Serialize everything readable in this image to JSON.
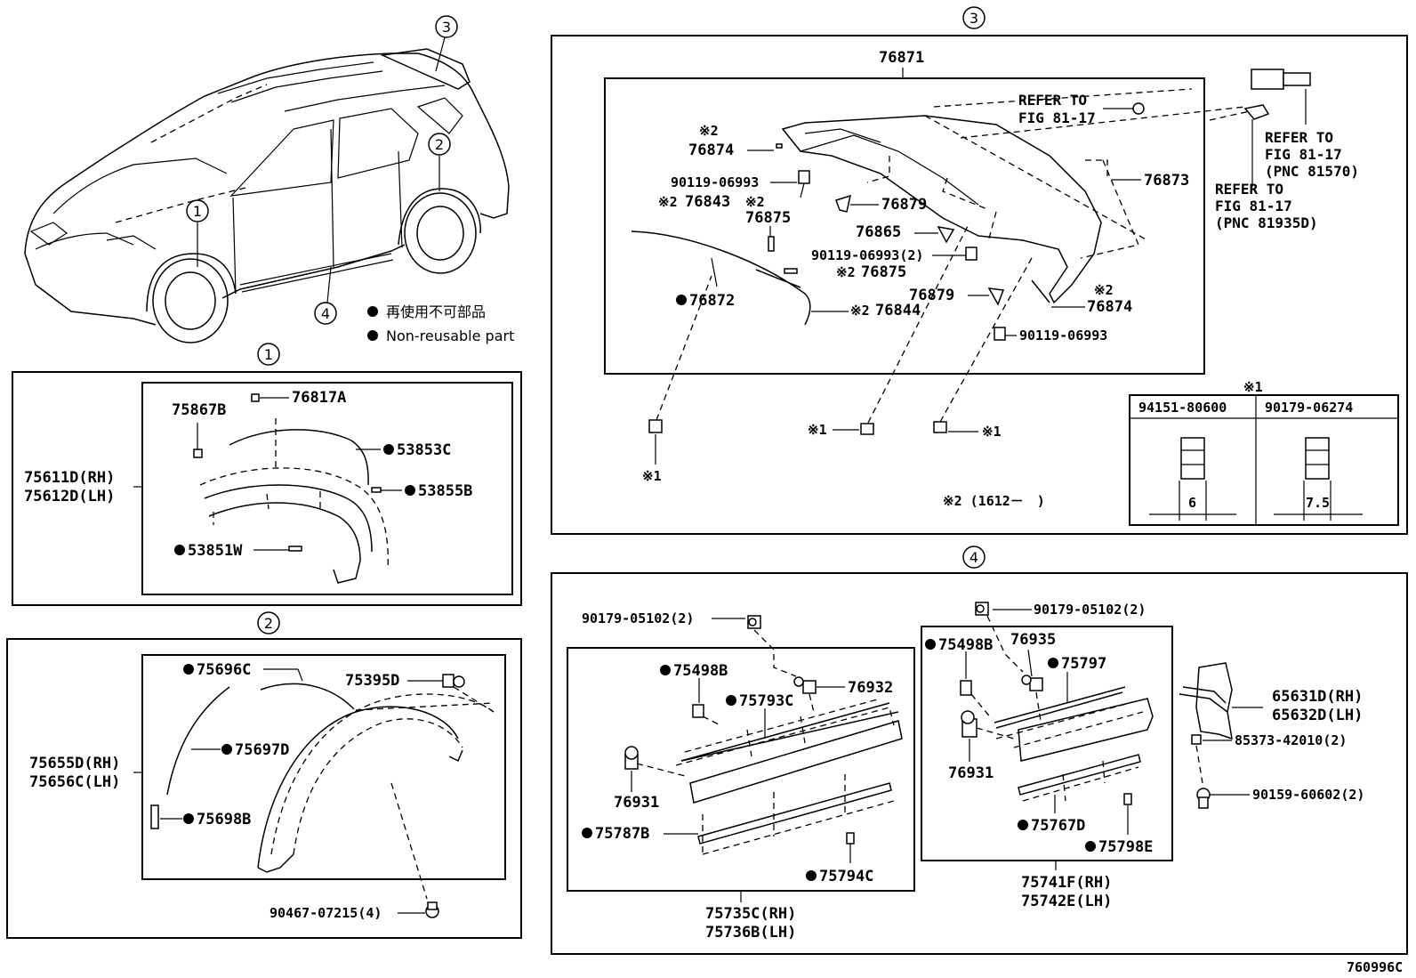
{
  "diagram_id": "760996C",
  "legend": {
    "non_reusable_jp": "再使用不可部品",
    "non_reusable_en": "Non-reusable part"
  },
  "callouts": {
    "c1": "1",
    "c2": "2",
    "c3": "3",
    "c4": "4"
  },
  "section1": {
    "assembly_rh": "75611D(RH)",
    "assembly_lh": "75612D(LH)",
    "p_75867B": "75867B",
    "p_76817A": "76817A",
    "p_53853C": "53853C",
    "p_53855B": "53855B",
    "p_53851W": "53851W"
  },
  "section2": {
    "assembly_rh": "75655D(RH)",
    "assembly_lh": "75656C(LH)",
    "p_75696C": "75696C",
    "p_75395D": "75395D",
    "p_75697D": "75697D",
    "p_75698B": "75698B",
    "p_90467": "90467-07215(4)"
  },
  "section3": {
    "assembly": "76871",
    "refer_a_1": "REFER TO",
    "refer_a_2": "FIG 81-17",
    "refer_b_1": "REFER TO",
    "refer_b_2": "FIG 81-17",
    "refer_b_3": "(PNC 81570)",
    "refer_c_1": "REFER TO",
    "refer_c_2": "FIG 81-17",
    "refer_c_3": "(PNC 81935D)",
    "mark2": "※2",
    "mark1": "※1",
    "p_76874_a": "76874",
    "p_90119_a": "90119-06993",
    "p_76843": "76843",
    "p_76875_a": "76875",
    "p_76879_a": "76879",
    "p_76873": "76873",
    "p_76865": "76865",
    "p_90119_2": "90119-06993(2)",
    "p_76875_b": "76875",
    "p_76872": "76872",
    "p_76879_b": "76879",
    "p_76874_b": "76874",
    "p_76844": "76844",
    "p_90119_b": "90119-06993",
    "footnote": "※2 (1612－　)",
    "table_title": "※1",
    "table_col1": "94151-80600",
    "table_col2": "90179-06274",
    "table_dim1": "6",
    "table_dim2": "7.5"
  },
  "section4": {
    "p_90179_a": "90179-05102(2)",
    "p_90179_b": "90179-05102(2)",
    "p_75498B_a": "75498B",
    "p_76932": "76932",
    "p_75793C": "75793C",
    "p_76931_a": "76931",
    "p_75787B": "75787B",
    "p_75794C": "75794C",
    "assembly_a_rh": "75735C(RH)",
    "assembly_a_lh": "75736B(LH)",
    "p_75498B_b": "75498B",
    "p_76935": "76935",
    "p_75797": "75797",
    "p_76931_b": "76931",
    "p_75767D": "75767D",
    "p_75798E": "75798E",
    "assembly_b_rh": "75741F(RH)",
    "assembly_b_lh": "75742E(LH)",
    "p_65631D": "65631D(RH)",
    "p_65632D": "65632D(LH)",
    "p_85373": "85373-42010(2)",
    "p_90159": "90159-60602(2)"
  }
}
